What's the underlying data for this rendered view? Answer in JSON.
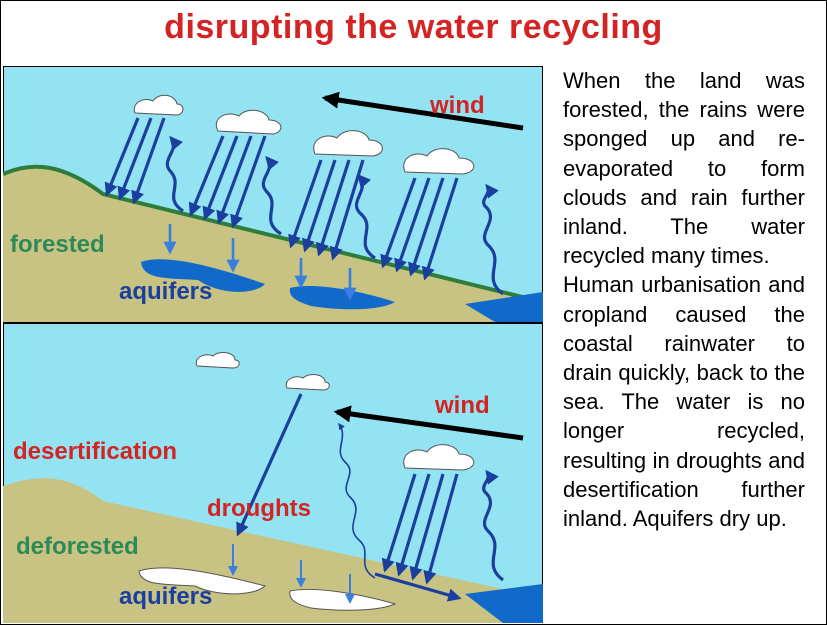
{
  "title": "disrupting the water recycling",
  "panel_top": {
    "wind_label": "wind",
    "land_label": "forested",
    "aquifer_label": "aquifers"
  },
  "panel_bottom": {
    "wind_label": "wind",
    "region_label": "desertification",
    "drought_label": "droughts",
    "land_label": "deforested",
    "aquifer_label": "aquifers"
  },
  "description": {
    "para1": "When the land was forested, the rains were sponged up and re-evaporated to form clouds and rain further inland. The water recycled many times.",
    "para2": "Human urbanisation and cropland caused the coastal rainwater to drain quickly, back to the sea. The water is no longer recycled, resulting in droughts and desertification further inland. Aquifers dry up."
  },
  "colors": {
    "title": "#d42323",
    "sky": "#93e3f2",
    "land": "#c8c382",
    "forest_edge": "#2f7d3a",
    "arrow": "#1a3f9e",
    "water": "#1169c9",
    "label_green": "#2d8a58",
    "label_red": "#d42323"
  }
}
